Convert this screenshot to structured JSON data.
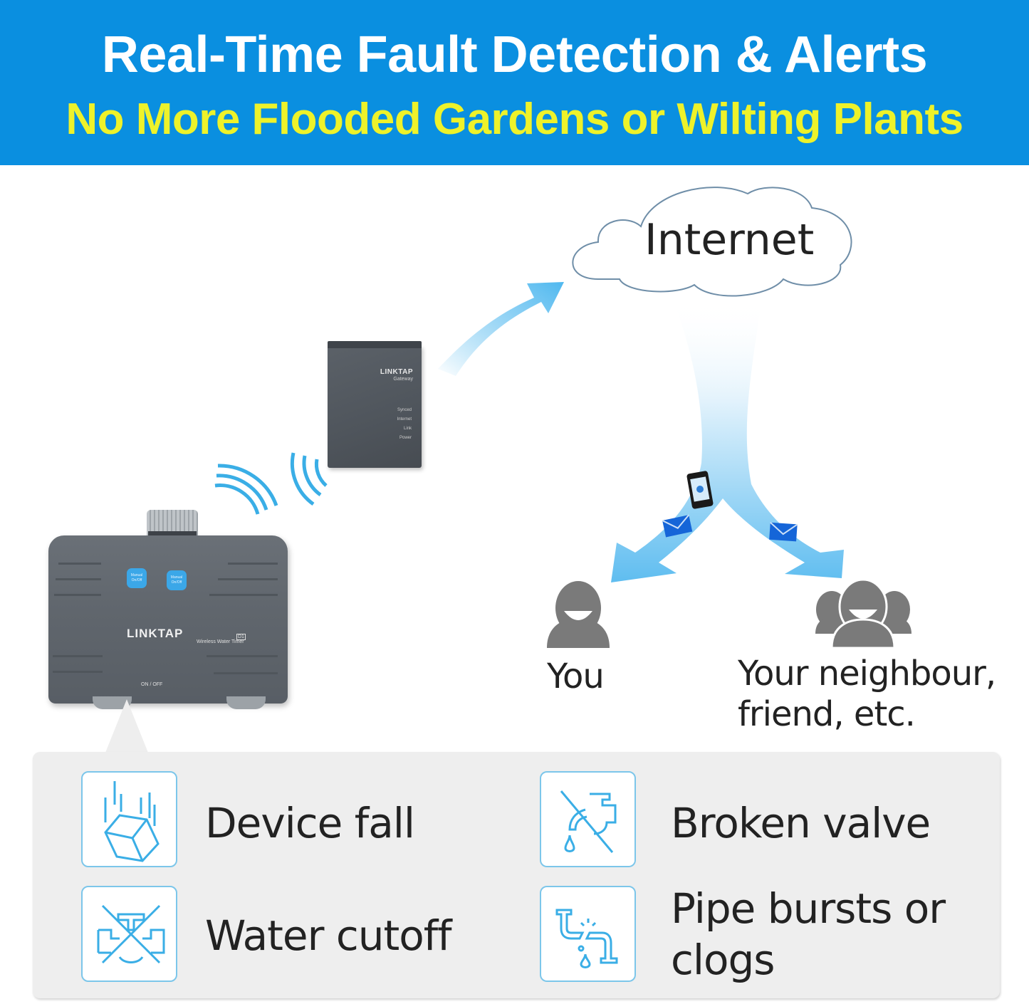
{
  "header": {
    "title": "Real-Time Fault Detection & Alerts",
    "subtitle": "No More Flooded Gardens or Wilting Plants",
    "background_color": "#0a8fe0",
    "subtitle_color": "#eef22a"
  },
  "diagram": {
    "cloud_label": "Internet",
    "gateway": {
      "brand": "LINKTAP",
      "model": "Gateway",
      "leds": [
        "Synced",
        "Internet",
        "Link",
        "Power"
      ]
    },
    "timer": {
      "brand": "LINKTAP",
      "model_badge": "D1",
      "model_name": "Wireless Water Timer",
      "buttons": [
        "Manual On/Off",
        "Manual On/Off"
      ],
      "switch_label": "ON / OFF"
    },
    "recipients": [
      {
        "label": "You",
        "icon": "person-icon"
      },
      {
        "label_line1": "Your neighbour,",
        "label_line2": "friend, etc.",
        "icon": "group-icon"
      }
    ],
    "arrow_color": "#4fb8ef"
  },
  "faults": {
    "items": [
      {
        "label": "Device fall",
        "icon": "falling-cube-icon"
      },
      {
        "label": "Broken valve",
        "icon": "broken-faucet-icon"
      },
      {
        "label": "Water cutoff",
        "icon": "valve-crossed-icon"
      },
      {
        "label_line1": "Pipe bursts or",
        "label_line2": "clogs",
        "icon": "burst-pipe-icon"
      }
    ],
    "icon_color": "#3aaee6"
  }
}
